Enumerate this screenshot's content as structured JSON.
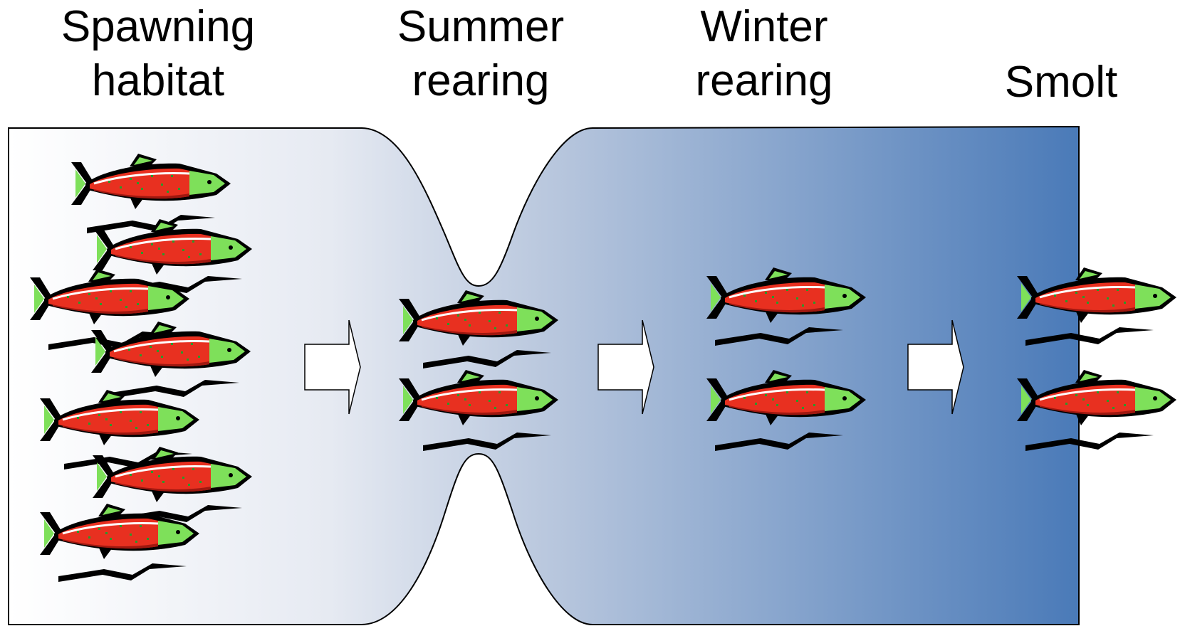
{
  "stages": [
    {
      "line1": "Spawning",
      "line2": "habitat"
    },
    {
      "line1": "Summer",
      "line2": "rearing"
    },
    {
      "line1": "Winter",
      "line2": "rearing"
    },
    {
      "line1": "",
      "line2": "Smolt"
    }
  ],
  "fish_per_stage": [
    7,
    2,
    2,
    2
  ],
  "icons": {
    "fish": "salmon-icon",
    "arrow": "arrow-right-icon",
    "shadow": "fish-shadow-icon"
  },
  "colors": {
    "habitat_light": "#ffffff",
    "habitat_dark": "#4a7ab8",
    "fish_body": "#e83020",
    "fish_head": "#7ee05a",
    "fish_spots": "#2a9a2a",
    "fish_outline": "#000000"
  }
}
